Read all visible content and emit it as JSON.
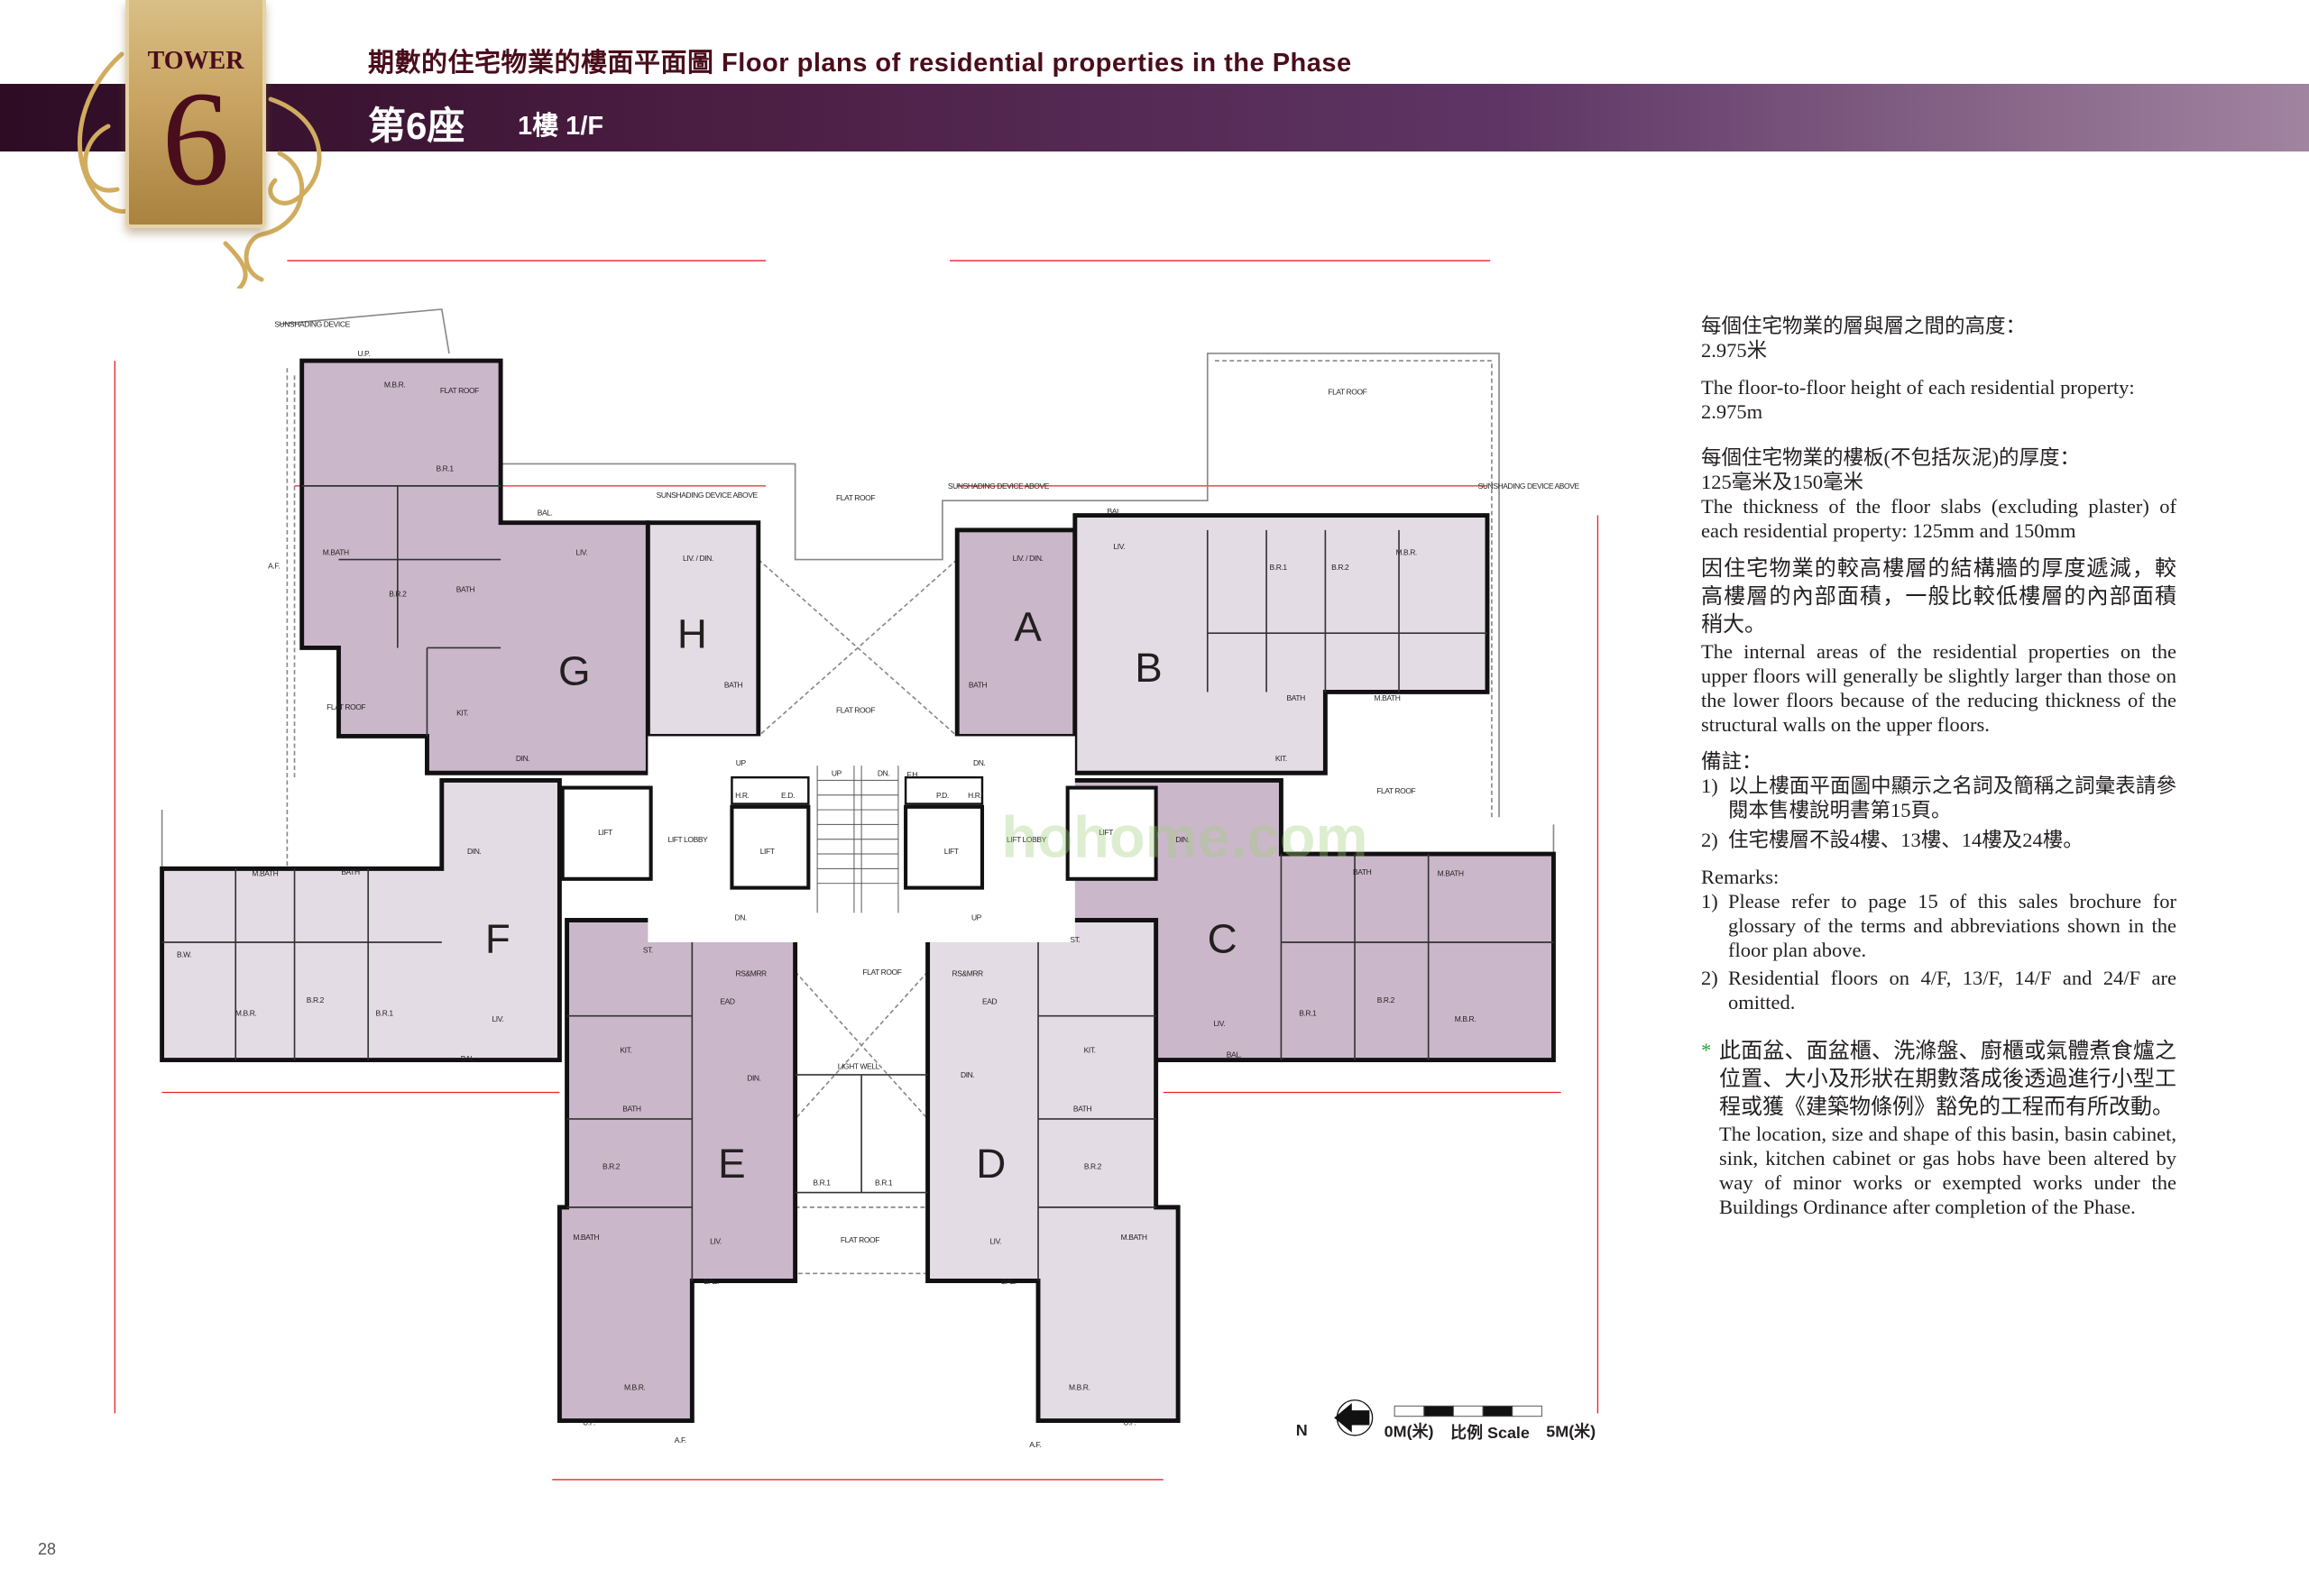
{
  "header": {
    "title": "期數的住宅物業的樓面平面圖 Floor plans of residential properties in the Phase",
    "tower_name": "第6座",
    "floor_name": "1樓 1/F",
    "badge_label": "TOWER",
    "badge_number": "6"
  },
  "colors": {
    "band_dark": "#2e0c24",
    "band_light": "#a184a0",
    "title": "#4a0d1c",
    "unit_dark": "#cbb7ca",
    "unit_light": "#e4dce4",
    "dimension": "#e8202a",
    "gold": "#c9a462"
  },
  "plan": {
    "units": {
      "a": "A",
      "b": "B",
      "c": "C",
      "d": "D",
      "e": "E",
      "f": "F",
      "g": "G",
      "h": "H"
    },
    "rooms": {
      "mbr": "M.B.R.",
      "br1": "B.R.1",
      "br2": "B.R.2",
      "liv": "LIV.",
      "din": "DIN.",
      "livdin": "LIV. / DIN.",
      "kit": "KIT.",
      "bath": "BATH",
      "mbath": "M.BATH",
      "bal": "BAL.",
      "bw": "B.W.",
      "up_room": "U.P.",
      "af": "A.F.",
      "st": "ST.",
      "flat_roof": "FLAT ROOF",
      "lift": "LIFT",
      "lift_lobby": "LIFT LOBBY",
      "light_well": "LIGHT WELL",
      "sunshading": "SUNSHADING DEVICE",
      "sunshading_above": "SUNSHADING DEVICE ABOVE",
      "hr": "H.R.",
      "ed": "E.D.",
      "pd": "P.D.",
      "rsmrr": "RS&MRR",
      "ead": "EAD",
      "up": "UP",
      "dn": "DN.",
      "fh": "F.H."
    },
    "watermark": "hohome.com"
  },
  "scale": {
    "start": "0M(米)",
    "label": "比例 Scale",
    "end": "5M(米)",
    "north": "N"
  },
  "notes": {
    "height_zh": "每個住宅物業的層與層之間的高度：",
    "height_zh_val": "2.975米",
    "height_en": "The floor-to-floor height of each residential property:",
    "height_en_val": "2.975m",
    "slab_zh": "每個住宅物業的樓板(不包括灰泥)的厚度：",
    "slab_zh_val": "125毫米及150毫米",
    "slab_en": "The thickness of the floor slabs (excluding plaster) of each residential property: 125mm and 150mm",
    "area_zh": "因住宅物業的較高樓層的結構牆的厚度遞減，較高樓層的內部面積，一般比較低樓層的內部面積稍大。",
    "area_en": "The internal areas of the residential properties on the upper floors will generally be slightly larger than those on the lower floors because of the reducing thickness of the structural walls on the upper floors.",
    "remarks_zh_title": "備註：",
    "remarks_zh": [
      {
        "n": "1)",
        "t": "以上樓面平面圖中顯示之名詞及簡稱之詞彙表請參閱本售樓說明書第15頁。"
      },
      {
        "n": "2)",
        "t": "住宅樓層不設4樓、13樓、14樓及24樓。"
      }
    ],
    "remarks_en_title": "Remarks:",
    "remarks_en": [
      {
        "n": "1)",
        "t": "Please refer to page 15 of this sales brochure for glossary of the terms and abbreviations shown in the floor plan above."
      },
      {
        "n": "2)",
        "t": "Residential floors on 4/F, 13/F, 14/F and 24/F are omitted."
      }
    ],
    "star": "*",
    "star_zh": "此面盆、面盆櫃、洗滌盤、廚櫃或氣體煮食爐之位置、大小及形狀在期數落成後透過進行小型工程或獲《建築物條例》豁免的工程而有所改動。",
    "star_en": "The location, size and shape of this basin, basin cabinet, sink, kitchen cabinet or gas hobs have been altered by way of minor works or exempted works under the Buildings Ordinance after completion of the Phase."
  },
  "page_number": "28"
}
